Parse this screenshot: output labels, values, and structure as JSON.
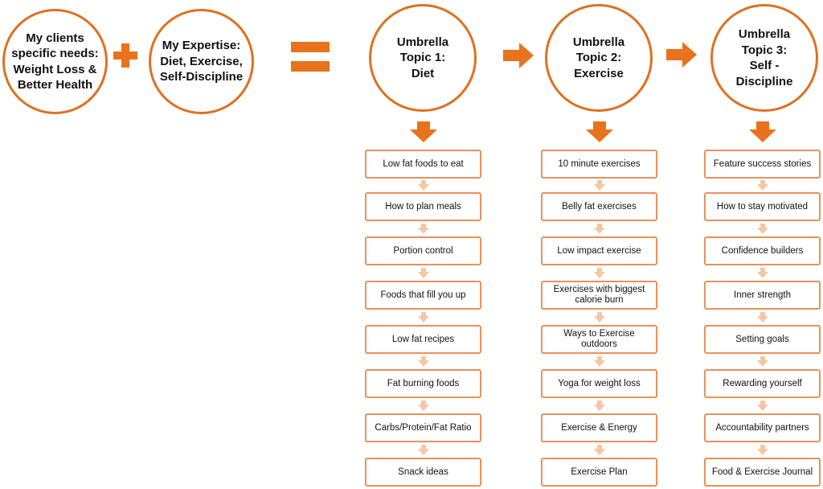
{
  "colors": {
    "accent": "#e8731c",
    "circle_border": "#e07020",
    "box_border": "#e8925a",
    "small_arrow": "#f6c6a4"
  },
  "needs": "My clients\nspecific needs:\nWeight Loss &\nBetter Health",
  "expertise": "My Expertise:\nDiet, Exercise,\nSelf-Discipline",
  "topics": [
    {
      "title": "Umbrella\nTopic 1:\nDiet",
      "items": [
        "Low fat foods to eat",
        "How to plan meals",
        "Portion control",
        "Foods that fill you up",
        "Low fat recipes",
        "Fat burning foods",
        "Carbs/Protein/Fat Ratio",
        "Snack ideas"
      ]
    },
    {
      "title": "Umbrella\nTopic  2:\nExercise",
      "items": [
        "10 minute exercises",
        "Belly fat exercises",
        "Low impact exercise",
        "Exercises with biggest\ncalorie burn",
        "Ways to Exercise\noutdoors",
        "Yoga for weight loss",
        "Exercise & Energy",
        "Exercise Plan"
      ]
    },
    {
      "title": "Umbrella\nTopic 3:\nSelf -\nDiscipline",
      "items": [
        "Feature success stories",
        "How to stay motivated",
        "Confidence builders",
        "Inner strength",
        "Setting goals",
        "Rewarding yourself",
        "Accountability partners",
        "Food & Exercise Journal"
      ]
    }
  ]
}
